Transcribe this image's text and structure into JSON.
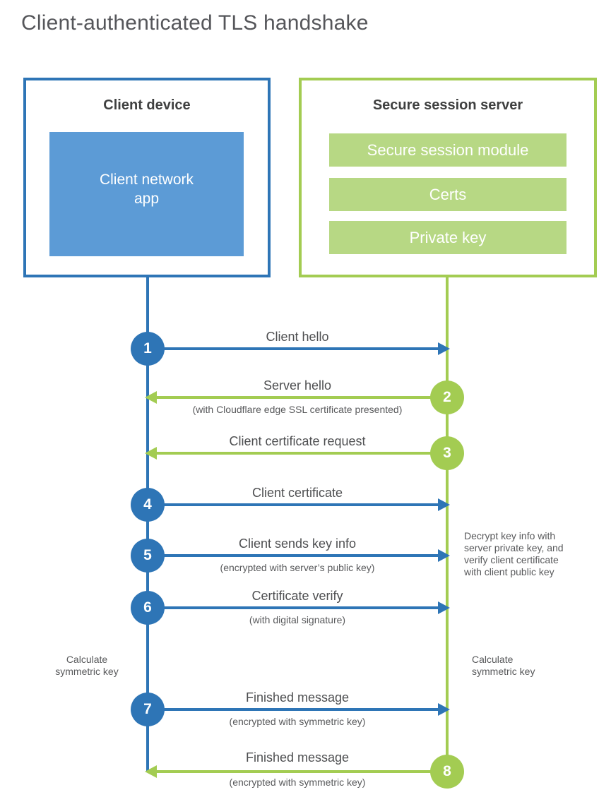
{
  "title": "Client-authenticated TLS handshake",
  "colors": {
    "blue": "#2e75b6",
    "blue_fill": "#5c9bd6",
    "green": "#a3cc52",
    "green_fill": "#b7d884"
  },
  "client": {
    "title": "Client device",
    "app_label": "Client network app"
  },
  "server": {
    "title": "Secure session server",
    "modules": [
      "Secure session module",
      "Certs",
      "Private key"
    ]
  },
  "messages": [
    {
      "step": "1",
      "label": "Client hello",
      "subtitle": "",
      "direction": "right",
      "color": "blue"
    },
    {
      "step": "2",
      "label": "Server hello",
      "subtitle": "(with Cloudflare edge SSL certificate presented)",
      "direction": "left",
      "color": "green"
    },
    {
      "step": "3",
      "label": "Client certificate request",
      "subtitle": "",
      "direction": "left",
      "color": "green"
    },
    {
      "step": "4",
      "label": "Client certificate",
      "subtitle": "",
      "direction": "right",
      "color": "blue"
    },
    {
      "step": "5",
      "label": "Client sends key info",
      "subtitle": "(encrypted with server’s public key)",
      "direction": "right",
      "color": "blue"
    },
    {
      "step": "6",
      "label": "Certificate verify",
      "subtitle": "(with digital signature)",
      "direction": "right",
      "color": "blue"
    },
    {
      "step": "7",
      "label": "Finished message",
      "subtitle": "(encrypted with symmetric key)",
      "direction": "right",
      "color": "blue"
    },
    {
      "step": "8",
      "label": "Finished message",
      "subtitle": "(encrypted with symmetric key)",
      "direction": "left",
      "color": "green"
    }
  ],
  "notes": {
    "decrypt": "Decrypt key info with server private key, and verify client certificate with client public key",
    "calc_left": "Calculate symmetric key",
    "calc_right": "Calculate symmetric key"
  }
}
